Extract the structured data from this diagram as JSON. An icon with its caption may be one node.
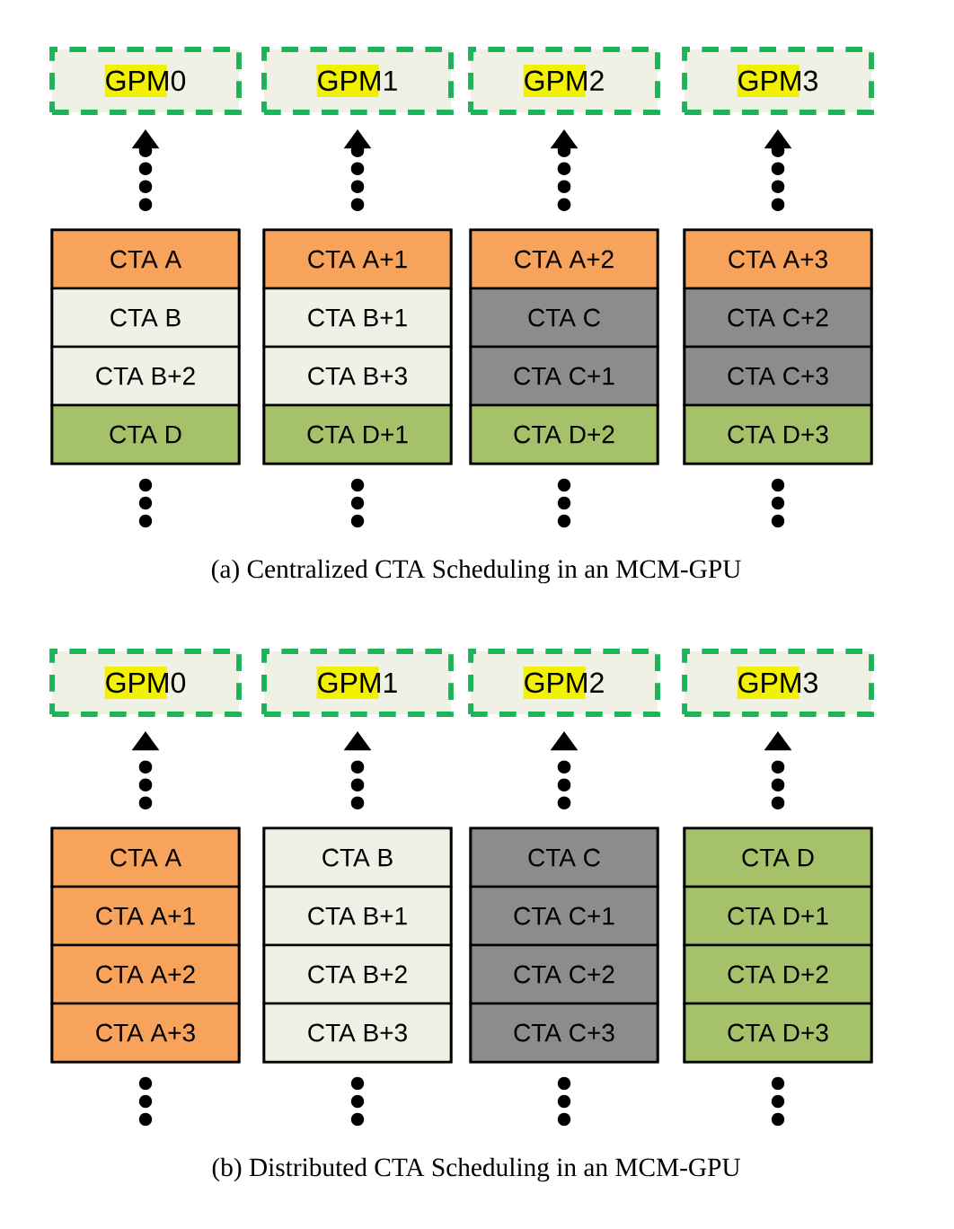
{
  "diagram": {
    "nodes": [
      {
        "text": [
          "GPM0"
        ]
      },
      {
        "text": [
          "GPM1"
        ]
      },
      {
        "text": [
          "GPM2"
        ]
      },
      {
        "text": [
          "GPM3"
        ]
      },
      {
        "text": [],
        "shape": "box"
      },
      {
        "text": [
          "CTA A"
        ],
        "in": 4
      },
      {
        "text": [
          "CTA B"
        ],
        "in": 4
      },
      {
        "text": [
          "CTA B+2"
        ],
        "in": 4
      },
      {
        "text": [
          "CTA D"
        ],
        "in": 4
      },
      {
        "text": [],
        "shape": "box"
      },
      {
        "text": [
          "CTA A+1"
        ],
        "in": 9
      },
      {
        "text": [
          "CTA B+1"
        ],
        "in": 9
      },
      {
        "text": [
          "CTA B+3"
        ],
        "in": 9
      },
      {
        "text": [
          "CTA D+1"
        ],
        "in": 9
      },
      {
        "text": [],
        "shape": "box"
      },
      {
        "text": [
          "CTA A+2"
        ],
        "in": 14
      },
      {
        "text": [
          "CTA C"
        ],
        "in": 14
      },
      {
        "text": [
          "CTA C+1"
        ],
        "in": 14
      },
      {
        "text": [
          "CTA D+2"
        ],
        "in": 14
      },
      {
        "text": [],
        "shape": "box"
      },
      {
        "text": [
          "CTA A+3"
        ],
        "in": 19
      },
      {
        "text": [
          "CTA C+2"
        ],
        "in": 19
      },
      {
        "text": [
          "CTA C+3"
        ],
        "in": 19
      },
      {
        "text": [
          "CTA D+3"
        ],
        "in": 19
      },
      {
        "text": [
          "GPM0"
        ]
      },
      {
        "text": [
          "GPM1"
        ]
      },
      {
        "text": [
          "GPM2"
        ]
      },
      {
        "text": [
          "GPM3"
        ]
      },
      {
        "text": [],
        "shape": "box"
      },
      {
        "text": [
          "CTA A"
        ],
        "in": 28
      },
      {
        "text": [
          "CTA A+1"
        ],
        "in": 28
      },
      {
        "text": [
          "CTA A+2"
        ],
        "in": 28
      },
      {
        "text": [
          "CTA A+3"
        ],
        "in": 28
      },
      {
        "text": [],
        "shape": "box"
      },
      {
        "text": [
          "CTA B"
        ],
        "in": 33
      },
      {
        "text": [
          "CTA B+1"
        ],
        "in": 33
      },
      {
        "text": [
          "CTA B+2"
        ],
        "in": 33
      },
      {
        "text": [
          "CTA B+3"
        ],
        "in": 33
      },
      {
        "text": [],
        "shape": "box"
      },
      {
        "text": [
          "CTA C"
        ],
        "in": 38
      },
      {
        "text": [
          "CTA C+1"
        ],
        "in": 38
      },
      {
        "text": [
          "CTA C+2"
        ],
        "in": 38
      },
      {
        "text": [
          "CTA C+3"
        ],
        "in": 38
      },
      {
        "text": [],
        "shape": "box"
      },
      {
        "text": [
          "CTA D"
        ],
        "in": 43
      },
      {
        "text": [
          "CTA D+1"
        ],
        "in": 43
      },
      {
        "text": [
          "CTA D+2"
        ],
        "in": 43
      },
      {
        "text": [
          "CTA D+3"
        ],
        "in": 43
      }
    ],
    "edges": [
      {
        "from": 4,
        "to": 0,
        "arrow": "to",
        "style": "dashed"
      },
      {
        "from": 9,
        "to": 1,
        "arrow": "to",
        "style": "dashed"
      },
      {
        "from": 14,
        "to": 2,
        "arrow": "to",
        "style": "dashed"
      },
      {
        "from": 19,
        "to": 3,
        "arrow": "to",
        "style": "dashed"
      },
      {
        "from": 28,
        "to": 24,
        "arrow": "to",
        "style": "dashed"
      },
      {
        "from": 33,
        "to": 25,
        "arrow": "to",
        "style": "dashed"
      },
      {
        "from": 38,
        "to": 26,
        "arrow": "to",
        "style": "dashed"
      },
      {
        "from": 43,
        "to": 27,
        "arrow": "to",
        "style": "dashed"
      }
    ],
    "labels": [
      "(a) Centralized CTA Scheduling in an MCM-GPU",
      "(b) Distributed CTA Scheduling in an MCM-GPU"
    ]
  }
}
